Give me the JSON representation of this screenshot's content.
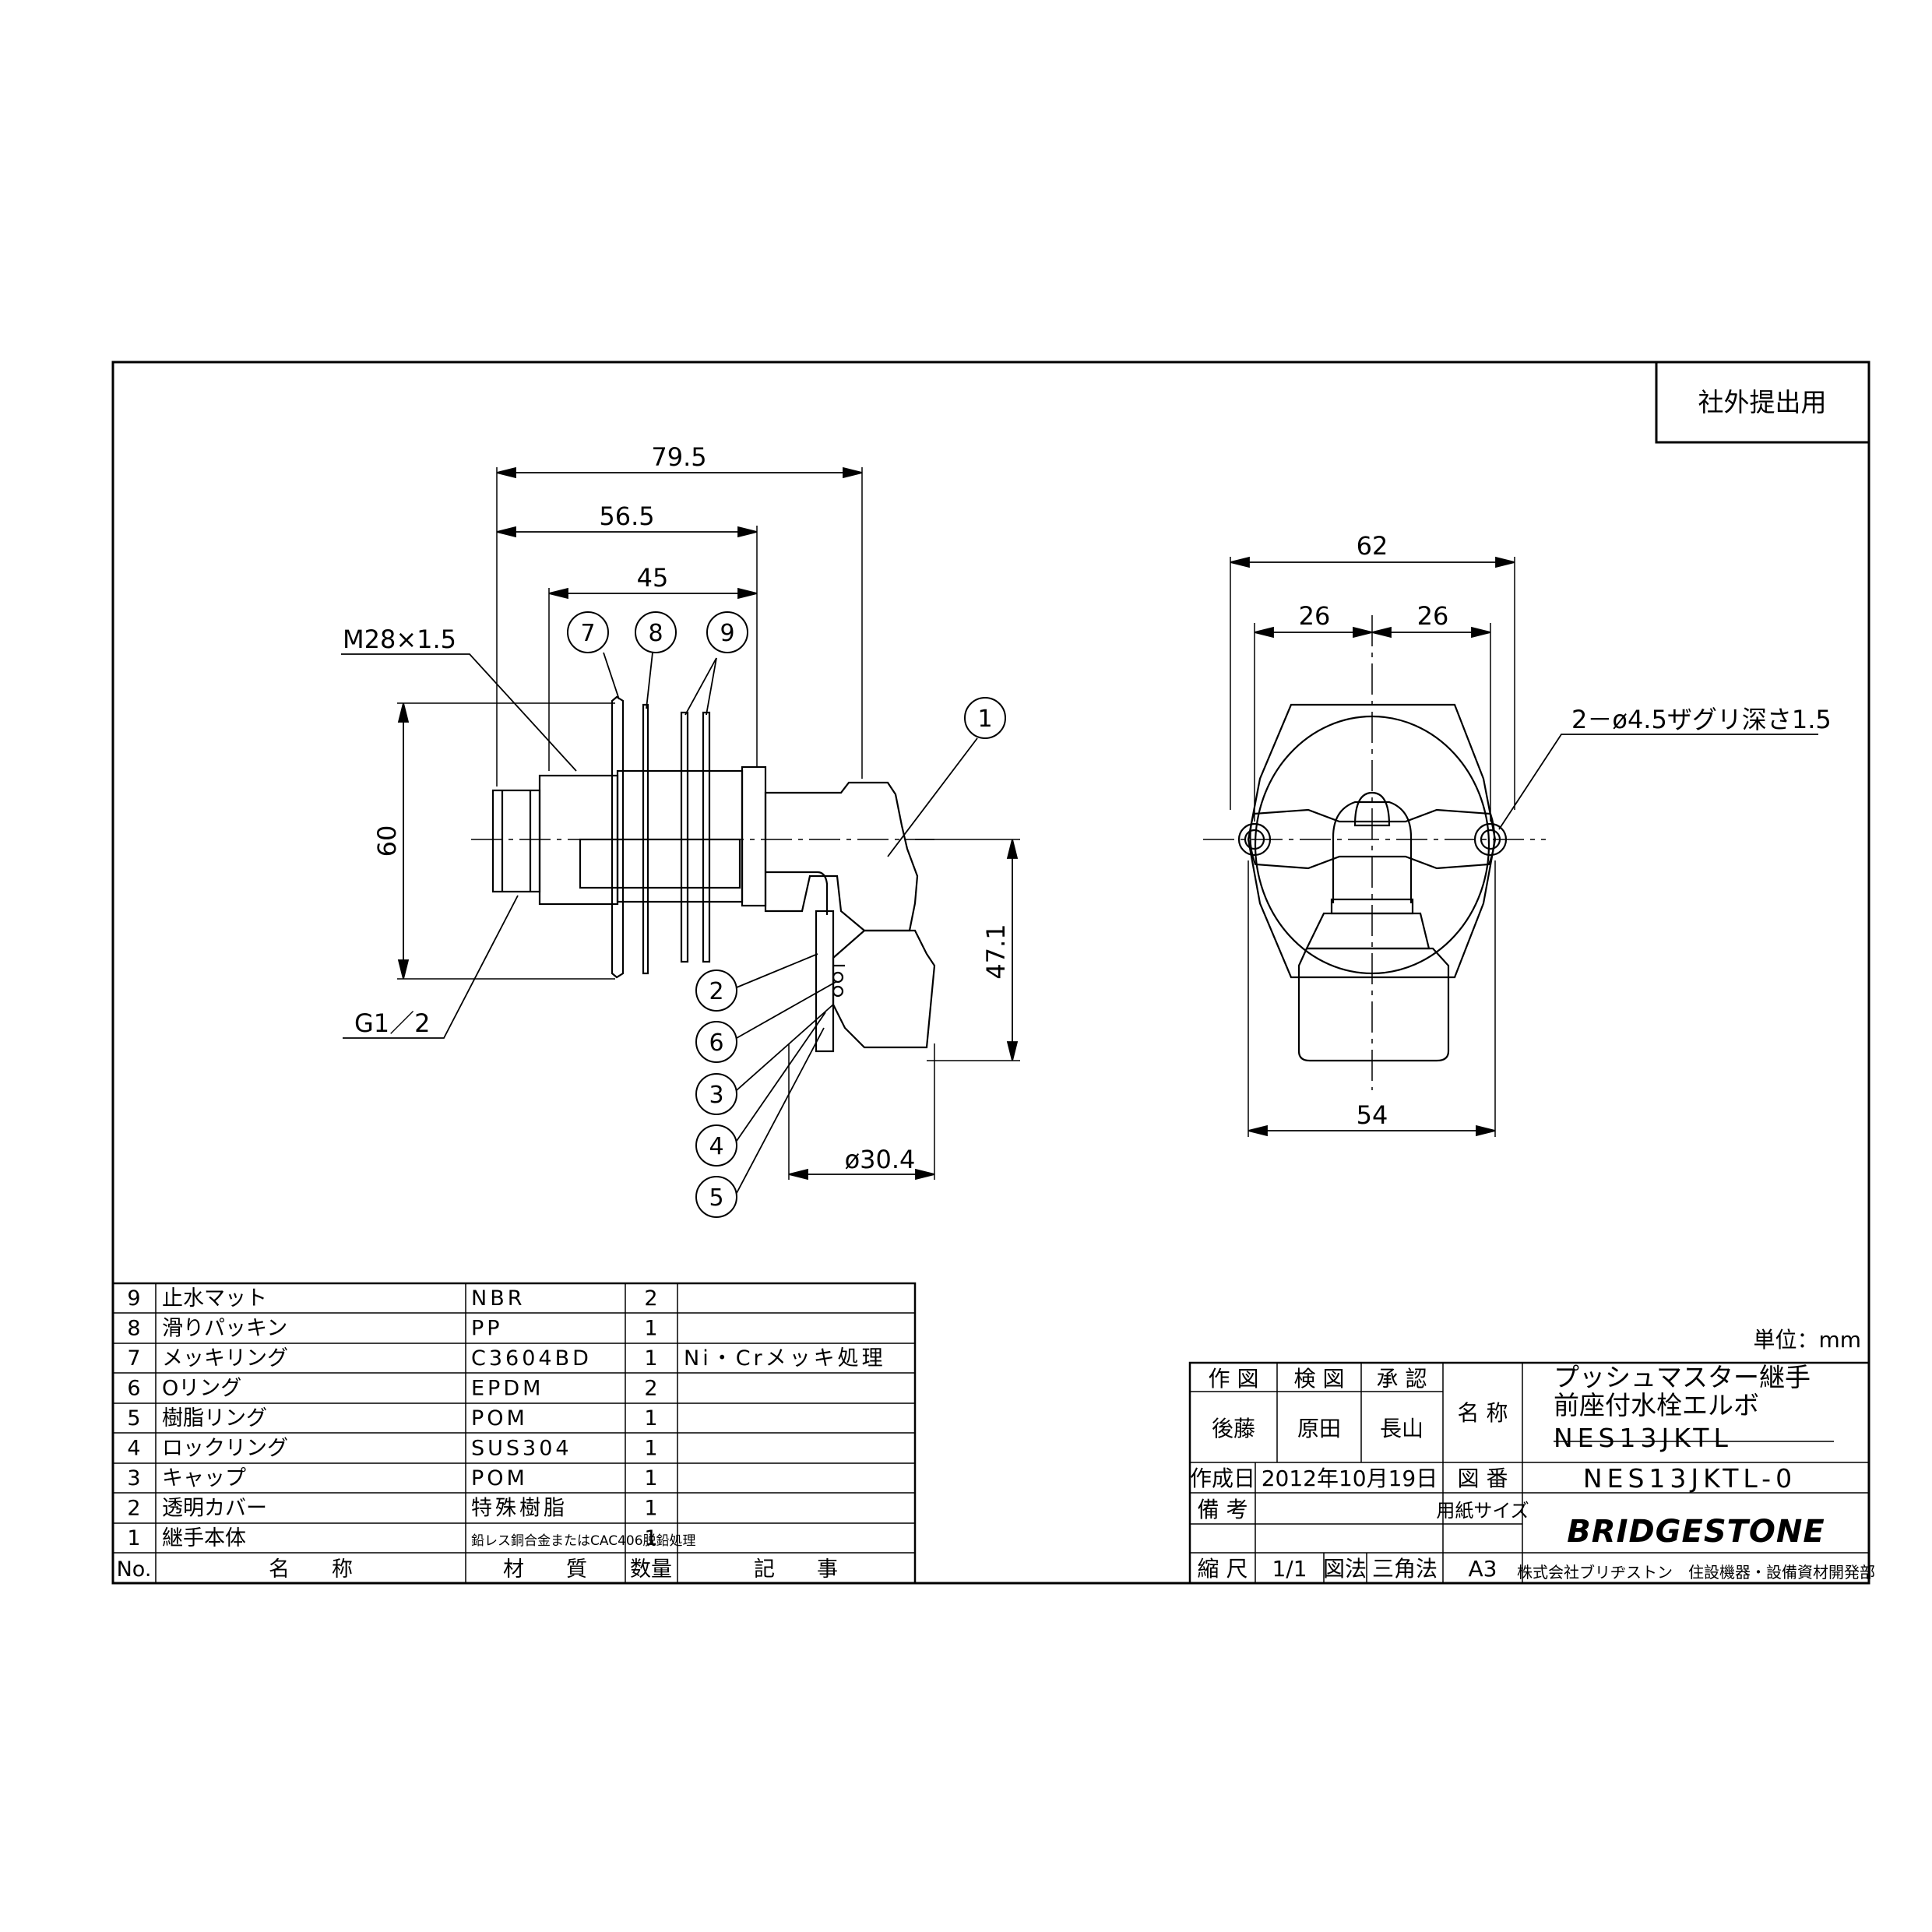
{
  "stamp": "社外提出用",
  "unit_label": "単位：mm",
  "dimensions": {
    "d79_5": "79.5",
    "d56_5": "56.5",
    "d45": "45",
    "d60": "60",
    "d47_1": "47.1",
    "d30_4": "ø30.4",
    "thread_m28": "M28×1.5",
    "thread_g12": "G1／2",
    "d62": "62",
    "d26a": "26",
    "d26b": "26",
    "d54": "54",
    "holes": "2－ø4.5ザグリ深さ1.5"
  },
  "balloons": [
    "1",
    "2",
    "3",
    "4",
    "5",
    "6",
    "7",
    "8",
    "9"
  ],
  "parts_table": {
    "header": {
      "no": "No.",
      "name": "名　　称",
      "material": "材　　質",
      "qty": "数量",
      "note": "記　　事"
    },
    "rows": [
      {
        "no": "9",
        "name": "止水マット",
        "material": "NBR",
        "qty": "2",
        "note": ""
      },
      {
        "no": "8",
        "name": "滑りパッキン",
        "material": "PP",
        "qty": "1",
        "note": ""
      },
      {
        "no": "7",
        "name": "メッキリング",
        "material": "C3604BD",
        "qty": "1",
        "note": "Ni・Crメッキ処理"
      },
      {
        "no": "6",
        "name": "Oリング",
        "material": "EPDM",
        "qty": "2",
        "note": ""
      },
      {
        "no": "5",
        "name": "樹脂リング",
        "material": "POM",
        "qty": "1",
        "note": ""
      },
      {
        "no": "4",
        "name": "ロックリング",
        "material": "SUS304",
        "qty": "1",
        "note": ""
      },
      {
        "no": "3",
        "name": "キャップ",
        "material": "POM",
        "qty": "1",
        "note": ""
      },
      {
        "no": "2",
        "name": "透明カバー",
        "material": "特殊樹脂",
        "qty": "1",
        "note": ""
      },
      {
        "no": "1",
        "name": "継手本体",
        "material": "鉛レス銅合金またはCAC406脱鉛処理",
        "qty": "1",
        "note": ""
      }
    ]
  },
  "title_block": {
    "drawn_label": "作 図",
    "checked_label": "検 図",
    "approved_label": "承 認",
    "drawn_by": "後藤",
    "checked_by": "原田",
    "approved_by": "長山",
    "name_label": "名 称",
    "title_line1": "プッシュマスター継手",
    "title_line2": "前座付水栓エルボ",
    "title_line3": "NES13JKTL",
    "date_label": "作成日",
    "date": "2012年10月19日",
    "drawing_no_label": "図 番",
    "drawing_no": "NES13JKTL-0",
    "remarks_label": "備 考",
    "paper_size_label": "用紙サイズ",
    "scale_label": "縮 尺",
    "scale": "1/1",
    "projection_label": "図法",
    "projection": "三角法",
    "paper_size": "A3",
    "brand": "BRIDGESTONE",
    "company": "株式会社ブリヂストン　住設機器・設備資材開発部"
  }
}
